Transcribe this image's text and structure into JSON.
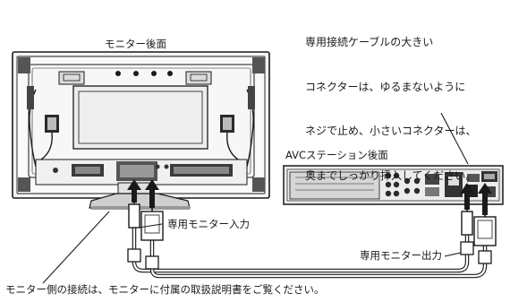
{
  "labels": {
    "monitor_rear": "モニター後面",
    "station_rear": "AVCステーション後面",
    "monitor_input": "専用モニター入力",
    "monitor_output": "専用モニター出力"
  },
  "notes": {
    "cable_note_lines": [
      "専用接続ケーブルの大きい",
      "コネクターは、ゆるまないように",
      "ネジで止め、小さいコネクターは、",
      "奥までしっかり挿入してください。"
    ],
    "bottom_note": "モニター側の接続は、モニターに付属の取扱説明書をご覧ください。"
  }
}
